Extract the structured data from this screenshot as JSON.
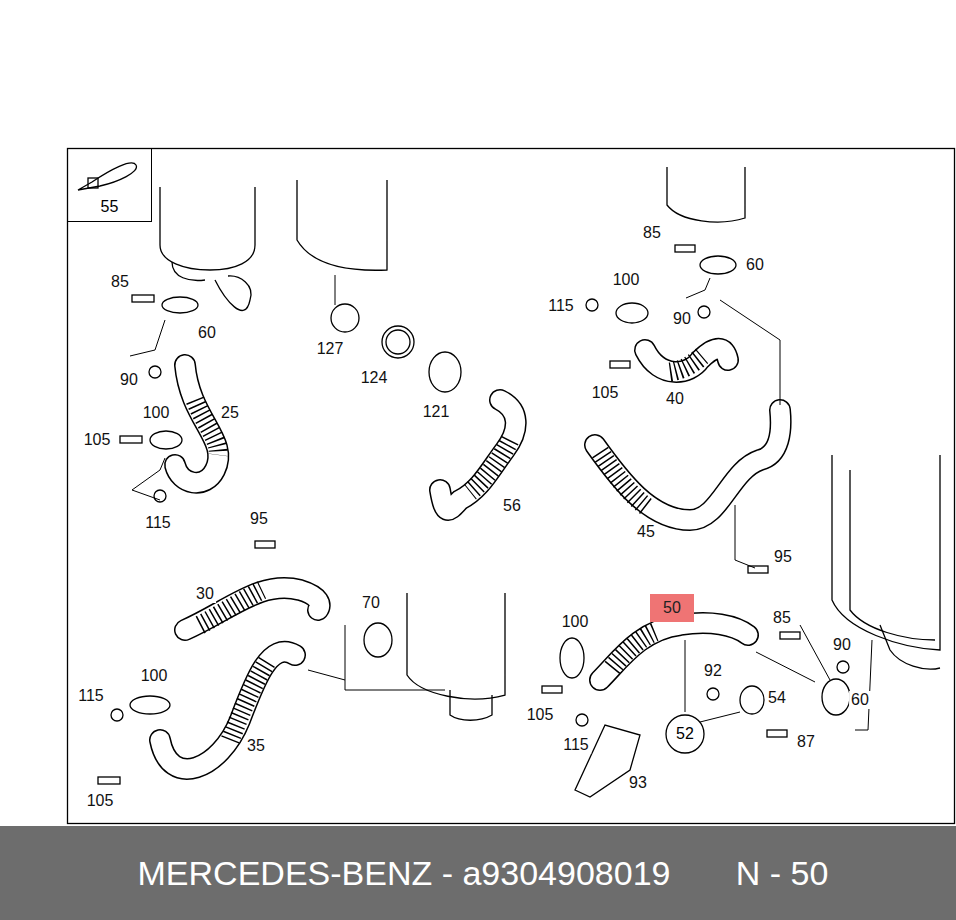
{
  "diagram": {
    "nodes": [
      {
        "text": [
          "55"
        ]
      },
      {
        "text": [
          "50"
        ]
      },
      {
        "text": [
          "52"
        ]
      },
      {
        "text": [
          "MERCEDES-BENZ - a9304908019",
          "N - 50"
        ]
      }
    ],
    "labels": [
      "85",
      "60",
      "90",
      "100",
      "25",
      "105",
      "115",
      "127",
      "124",
      "121",
      "56",
      "85",
      "60",
      "100",
      "115",
      "90",
      "105",
      "40",
      "45",
      "95",
      "95",
      "30",
      "70",
      "100",
      "115",
      "35",
      "105",
      "100",
      "85",
      "90",
      "92",
      "54",
      "60",
      "105",
      "115",
      "87",
      "93"
    ]
  }
}
